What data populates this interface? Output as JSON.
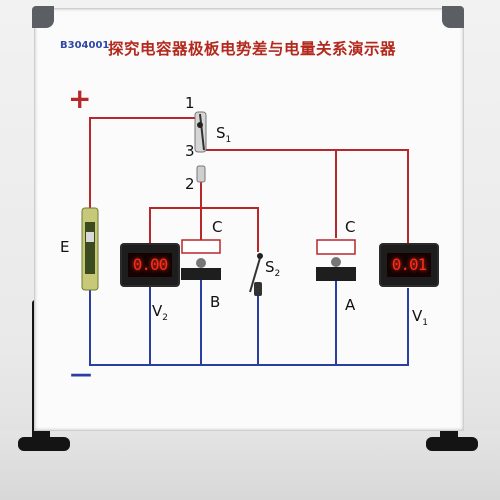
{
  "board": {
    "model": "B304001",
    "title": "探究电容器极板电势差与电量关系演示器"
  },
  "terminals": {
    "plus": "+",
    "minus": "—"
  },
  "switch_s1": {
    "label": "S",
    "sub": "1",
    "pos1": "1",
    "pos2": "2",
    "pos3": "3"
  },
  "switch_s2": {
    "label": "S",
    "sub": "2"
  },
  "source": {
    "label": "E"
  },
  "capacitor_left": {
    "label": "C",
    "node": "B"
  },
  "capacitor_right": {
    "label": "C",
    "node": "A"
  },
  "voltmeter_v2": {
    "label": "V",
    "sub": "2",
    "reading": "0.00"
  },
  "voltmeter_v1": {
    "label": "V",
    "sub": "1",
    "reading": "0.01"
  },
  "colors": {
    "wire_red": "#b8272a",
    "wire_blue": "#2b3fa0",
    "display": "#ff2a1a",
    "title": "#b3291e",
    "model": "#2f48a6"
  }
}
